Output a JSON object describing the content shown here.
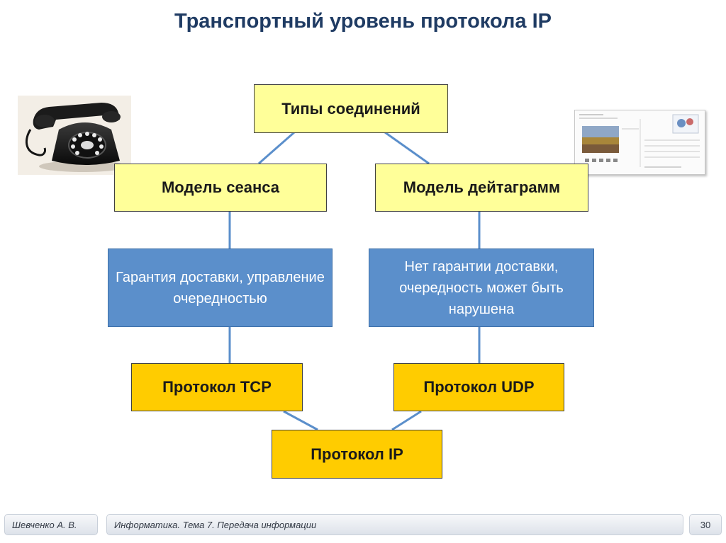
{
  "title": "Транспортный уровень протокола IP",
  "boxes": {
    "connection_types": "Типы соединений",
    "session_model": "Модель сеанса",
    "datagram_model": "Модель дейтаграмм",
    "session_desc": "Гарантия доставки, управление очередностью",
    "datagram_desc": "Нет гарантии доставки, очередность может быть нарушена",
    "tcp": "Протокол TCP",
    "udp": "Протокол UDP",
    "ip": "Протокол IP"
  },
  "footer": {
    "author": "Шевченко А. В.",
    "course": "Информатика. Тема 7. Передача информации",
    "page": "30"
  },
  "colors": {
    "title": "#1f3b63",
    "pale_box": "#ffff99",
    "blue_box": "#5b8fcb",
    "gold_box": "#ffcc00",
    "connector": "#5b8fcb"
  },
  "icons": [
    "telephone-image",
    "postcard-image"
  ]
}
